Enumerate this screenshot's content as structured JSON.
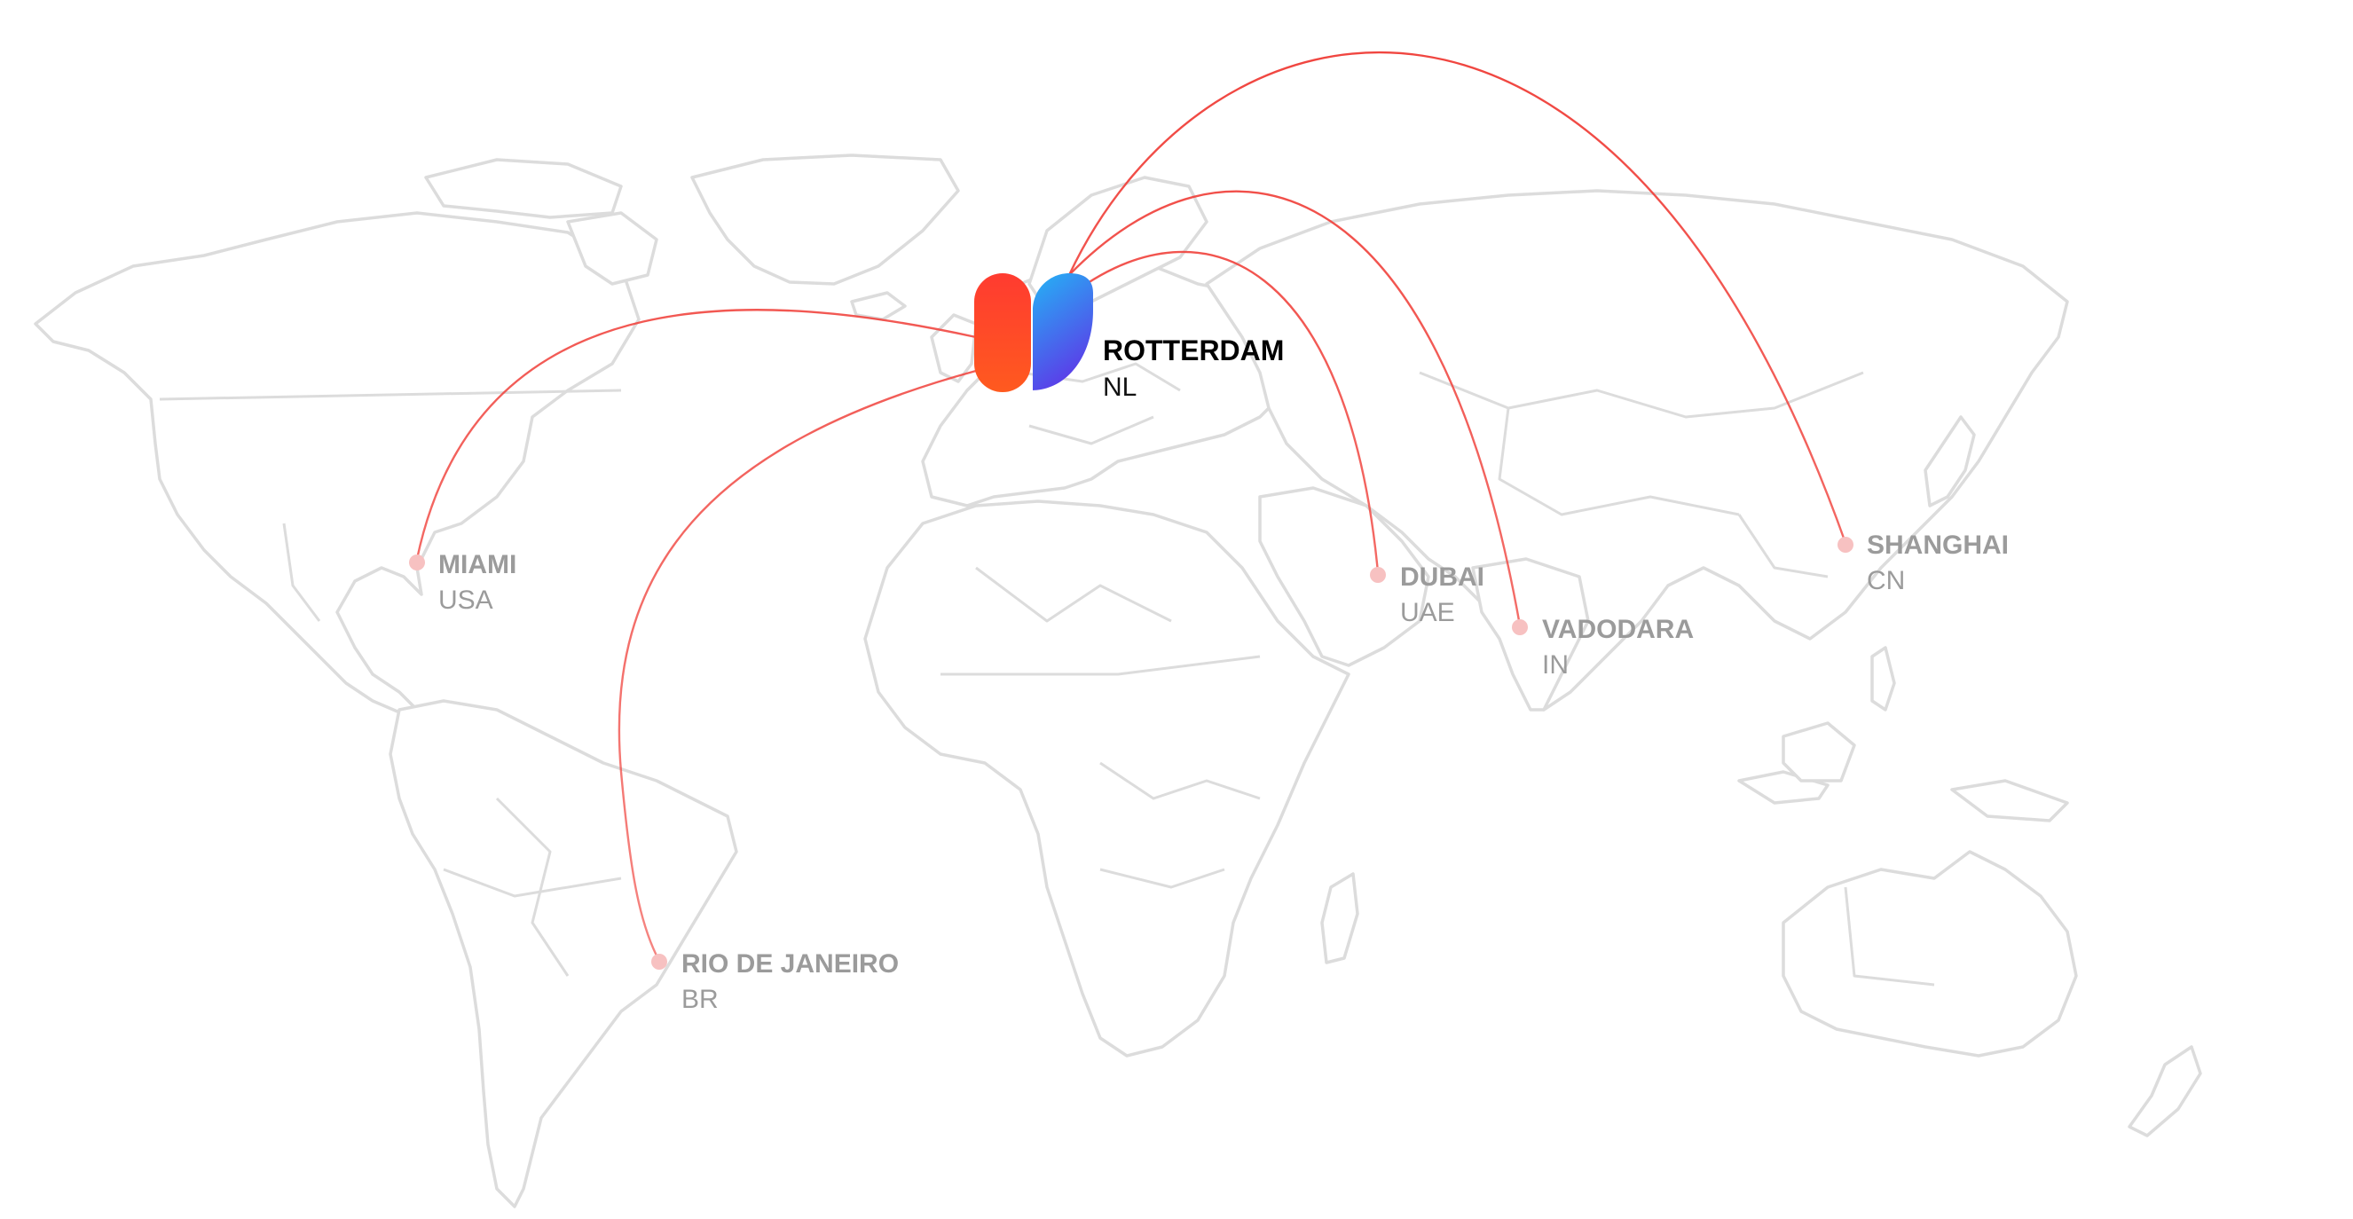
{
  "map": {
    "colors": {
      "land_stroke": "#dcdcdc",
      "route_stroke": "#f0423c",
      "city_dot": "#f7c1c1",
      "city_label": "#9b9b9b",
      "hub_label": "#000000",
      "logo_left_top": "#ff3b30",
      "logo_left_bottom": "#ff5a1f",
      "logo_right_top": "#23b5f5",
      "logo_right_bottom": "#5b3de8"
    },
    "hub": {
      "name": "ROTTERDAM",
      "country": "NL",
      "icon": "brand-logo-icon"
    },
    "destinations": [
      {
        "id": "miami",
        "name": "MIAMI",
        "country": "USA"
      },
      {
        "id": "rio",
        "name": "RIO DE JANEIRO",
        "country": "BR"
      },
      {
        "id": "dubai",
        "name": "DUBAI",
        "country": "UAE"
      },
      {
        "id": "vadodara",
        "name": "VADODARA",
        "country": "IN"
      },
      {
        "id": "shanghai",
        "name": "SHANGHAI",
        "country": "CN"
      }
    ]
  }
}
